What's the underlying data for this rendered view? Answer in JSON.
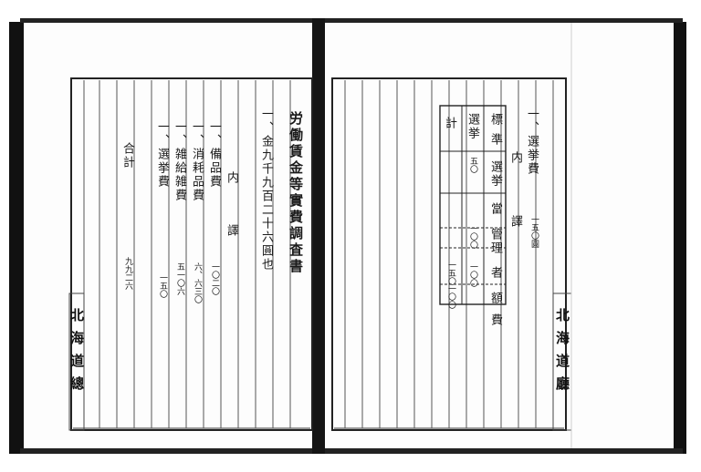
{
  "left_page": {
    "title": "労働賃金等實費調査書",
    "lines": [
      "一、金九千九百二十六圓也",
      "内",
      "譯",
      "一、備品費",
      "一〇二〇",
      "一、消耗品費",
      "六、六三〇",
      "一、雑給雑費",
      "五一〇六",
      "一、選挙費",
      "一五〇",
      "合計",
      "九九二六"
    ],
    "edge_label": "北海道總"
  },
  "right_page": {
    "lines": [
      "一、選挙費",
      "一五〇圓",
      "内",
      "譯",
      "標",
      "準",
      "選挙",
      "當",
      "管理",
      "者",
      "額",
      "費",
      "選挙",
      "五〇",
      "一〇〇",
      "一〇〇",
      "一五〇",
      "一〇〇",
      "計"
    ],
    "edge_label": "北海道廳"
  }
}
